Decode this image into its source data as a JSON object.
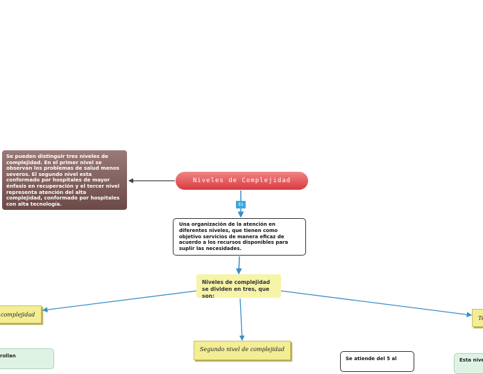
{
  "root": {
    "title": "Niveles de Complejidad"
  },
  "note": {
    "text": "Se pueden distinguir tres niveles de complejidad. En el primer nivel se observan los problemas de salud menos severos. El segundo nivel esta conformado por hospitales de mayor énfasis en recuperación y el tercer nivel representa atención del alta complejidad, conformado por hospitales con alta tecnología."
  },
  "connector": {
    "label": "Es"
  },
  "definition": {
    "text": "Una organización de la atención en diferentes niveles, que tienen como objetivo servicios de manera eficaz de acuerdo a los recursos disponibles para suplir las necesidades."
  },
  "divide": {
    "text": "Niveles de complejidad se dividen en tres, que son:"
  },
  "levels": {
    "first": "complejidad",
    "second": "Segundo nivel de complejidad",
    "third": "Te"
  },
  "children": {
    "first_child": "rollan",
    "second_child": "Se atiende del 5 al",
    "third_child": "Esta nive"
  },
  "colors": {
    "root": "#d93a3f",
    "connector": "#3aa7e0",
    "level": "#f3ed96",
    "note": "#6b4a47"
  }
}
